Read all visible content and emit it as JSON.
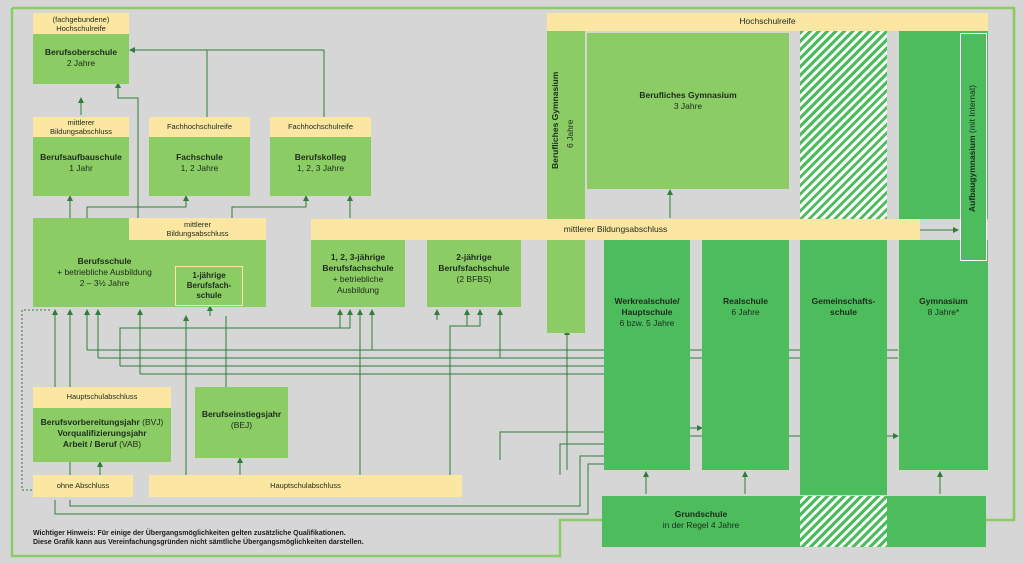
{
  "hochschulreife": "Hochschulreife",
  "fachgebundene": {
    "line1": "(fachgebundene)",
    "line2": "Hochschulreife"
  },
  "berufsoberschule": {
    "title": "Berufsoberschule",
    "sub": "2 Jahre"
  },
  "mittlerer_top": {
    "line1": "mittlerer",
    "line2": "Bildungsabschluss"
  },
  "fachhochschulreife": "Fachhochschulreife",
  "berufsaufbauschule": {
    "title": "Berufsaufbauschule",
    "sub": "1 Jahr"
  },
  "fachschule": {
    "title": "Fachschule",
    "sub": "1, 2 Jahre"
  },
  "berufskolleg": {
    "title": "Berufskolleg",
    "sub": "1, 2, 3 Jahre"
  },
  "berufsschule": {
    "title": "Berufsschule",
    "sub1": "+ betriebliche Ausbildung",
    "sub2": "2 – 3½ Jahre"
  },
  "einjaehrige": {
    "line1": "1-jährige",
    "line2": "Berufsfach-",
    "line3": "schule"
  },
  "mittlerer_mid": {
    "line1": "mittlerer",
    "line2": "Bildungsabschluss"
  },
  "mittlerer_wide": "mittlerer  Bildungsabschluss",
  "bfs123": {
    "title1": "1, 2, 3-jährige",
    "title2": "Berufsfachschule",
    "sub1": "+ betriebliche",
    "sub2": "Ausbildung"
  },
  "bfs2": {
    "title1": "2-jährige",
    "title2": "Berufsfachschule",
    "sub": "(2 BFBS)"
  },
  "berufliches_gymnasium_v": {
    "title": "Berufliches Gymnasium",
    "sub": "6 Jahre"
  },
  "berufliches_gymnasium": {
    "title": "Berufliches Gymnasium",
    "sub": "3 Jahre"
  },
  "aufbaugymnasium": {
    "title": "Aufbaugymnasium",
    "sub": " (mit Internat)"
  },
  "werkrealschule": {
    "title1": "Werkrealschule/",
    "title2": "Hauptschule",
    "sub": "6 bzw. 5 Jahre"
  },
  "realschule": {
    "title": "Realschule",
    "sub": "6 Jahre"
  },
  "gemeinschaftsschule": {
    "title1": "Gemeinschafts-",
    "title2": "schule"
  },
  "gymnasium": {
    "title": "Gymnasium",
    "sub": "8 Jahre*"
  },
  "hauptschulabschluss_top": "Hauptschulabschluss",
  "bvj": {
    "line1a": "Berufsvorbereitungsjahr",
    "line1b": " (BVJ)",
    "line2": "Vorqualifizierungsjahr",
    "line3a": "Arbeit / Beruf",
    "line3b": " (VAB)"
  },
  "bej": {
    "title": "Berufseinstiegsjahr",
    "sub": "(BEJ)"
  },
  "ohne_abschluss": "ohne Abschluss",
  "hauptschulabschluss_bottom": "Hauptschulabschluss",
  "grundschule": {
    "title": "Grundschule",
    "sub": "in der Regel 4 Jahre"
  },
  "hinweis": {
    "line1": "Wichtiger Hinweis: Für einige der Übergangsmöglichkeiten gelten zusätzliche Qualifikationen.",
    "line2": "Diese Grafik kann aus Vereinfachungsgründen nicht sämtliche Übergangsmöglichkeiten darstellen."
  },
  "colors": {
    "background": "#d6d6d6",
    "light_green": "#8ccc64",
    "green": "#4cbc5c",
    "yellow": "#fbe6a2",
    "line": "#2e7d3a"
  }
}
